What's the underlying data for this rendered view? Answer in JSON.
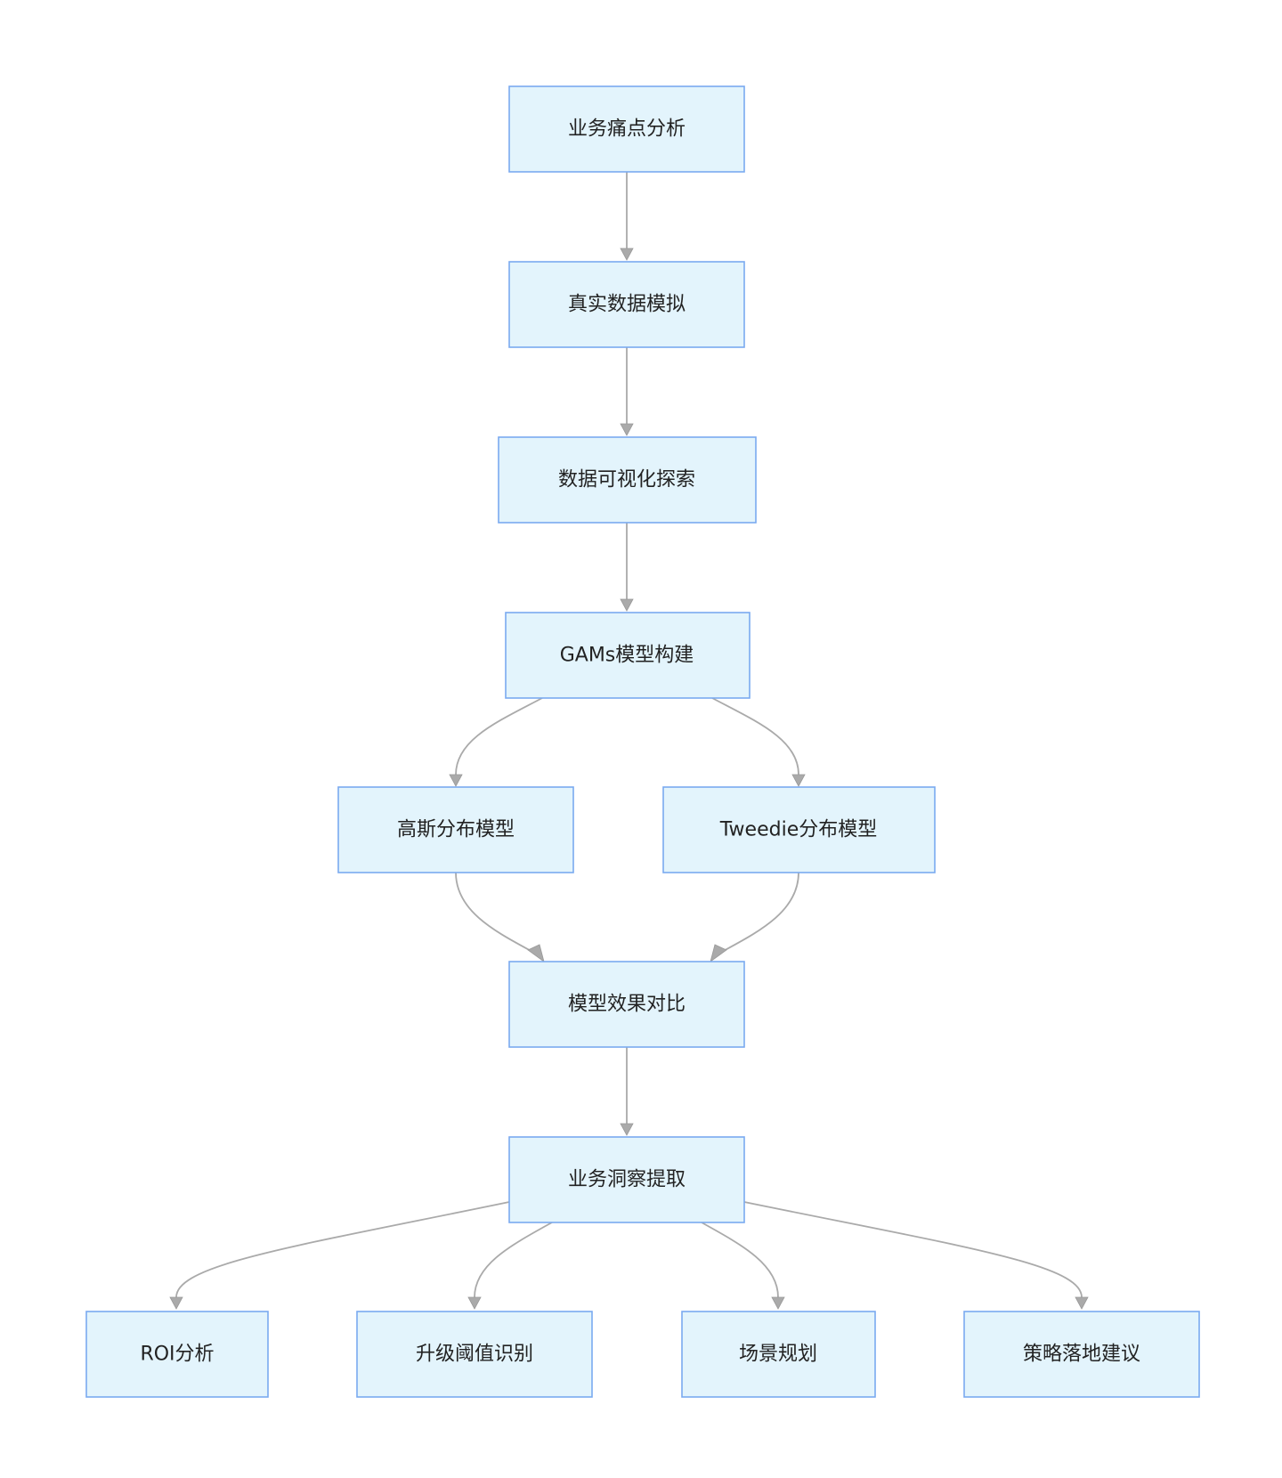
{
  "nodes": {
    "pain_point_analysis": "业务痛点分析",
    "real_data_simulation": "真实数据模拟",
    "data_visualization": "数据可视化探索",
    "gams_model_building": "GAMs模型构建",
    "gaussian_model": "高斯分布模型",
    "tweedie_model": "Tweedie分布模型",
    "model_comparison": "模型效果对比",
    "business_insight": "业务洞察提取",
    "roi_analysis": "ROI分析",
    "upgrade_threshold": "升级阈值识别",
    "scenario_planning": "场景规划",
    "strategy_recommendation": "策略落地建议"
  },
  "edges": [
    [
      "pain_point_analysis",
      "real_data_simulation"
    ],
    [
      "real_data_simulation",
      "data_visualization"
    ],
    [
      "data_visualization",
      "gams_model_building"
    ],
    [
      "gams_model_building",
      "gaussian_model"
    ],
    [
      "gams_model_building",
      "tweedie_model"
    ],
    [
      "gaussian_model",
      "model_comparison"
    ],
    [
      "tweedie_model",
      "model_comparison"
    ],
    [
      "model_comparison",
      "business_insight"
    ],
    [
      "business_insight",
      "roi_analysis"
    ],
    [
      "business_insight",
      "upgrade_threshold"
    ],
    [
      "business_insight",
      "scenario_planning"
    ],
    [
      "business_insight",
      "strategy_recommendation"
    ]
  ]
}
